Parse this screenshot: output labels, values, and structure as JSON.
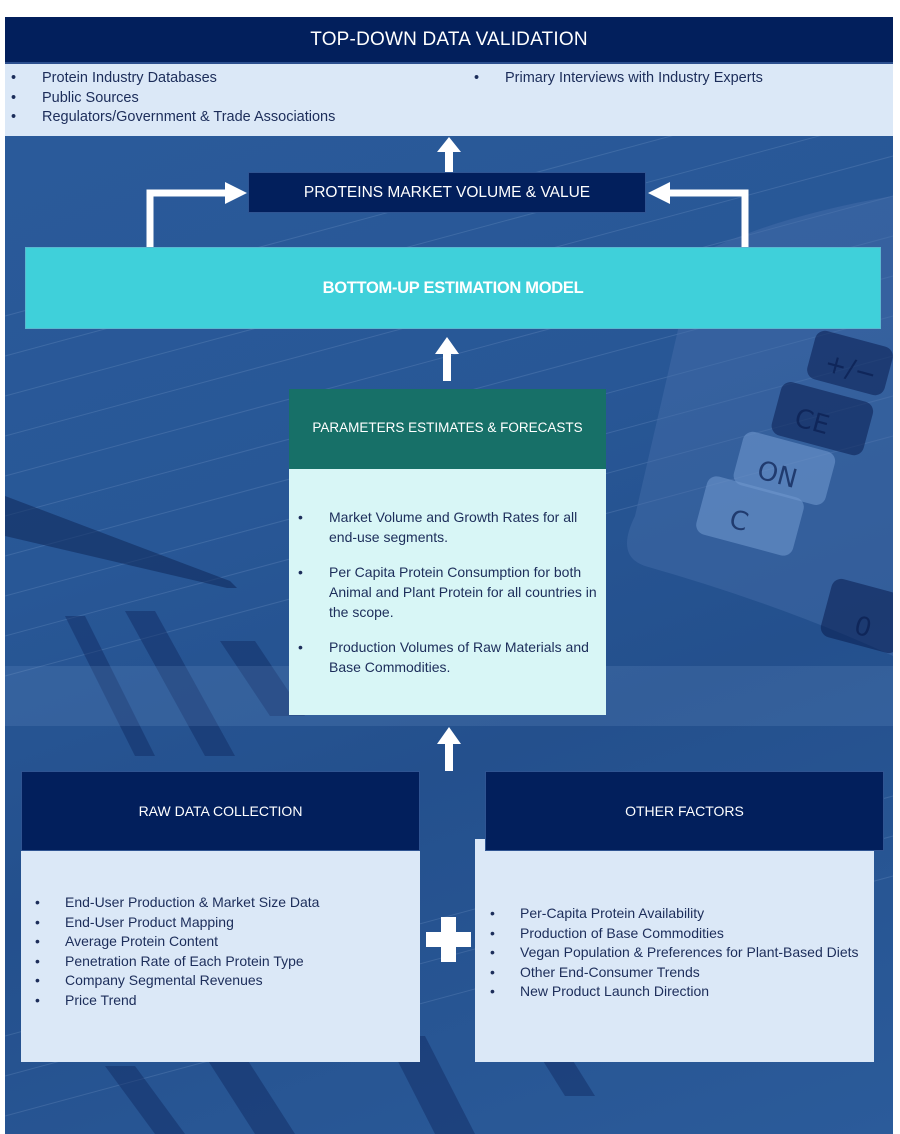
{
  "top_down": {
    "title": "TOP-DOWN DATA VALIDATION",
    "left_items": [
      "Protein Industry Databases",
      "Public Sources",
      "Regulators/Government & Trade Associations"
    ],
    "right_items": [
      "Primary Interviews with Industry Experts"
    ]
  },
  "market_volume": {
    "label": "PROTEINS MARKET VOLUME & VALUE"
  },
  "bottom_up": {
    "label": "BOTTOM-UP ESTIMATION MODEL"
  },
  "parameters": {
    "title": "PARAMETERS ESTIMATES & FORECASTS",
    "items": [
      "Market Volume and Growth Rates for all end-use segments.",
      "Per Capita Protein Consumption for both Animal and Plant Protein for all countries in the scope.",
      "Production Volumes of Raw Materials and Base Commodities."
    ]
  },
  "raw_data": {
    "title": "RAW DATA COLLECTION",
    "items": [
      "End-User Production & Market Size Data",
      "End-User Product Mapping",
      "Average Protein Content",
      "Penetration Rate of Each Protein Type",
      "Company Segmental Revenues",
      "Price Trend"
    ]
  },
  "other_factors": {
    "title": "OTHER FACTORS",
    "items": [
      "Per-Capita Protein Availability",
      "Production of Base Commodities",
      "Vegan Population & Preferences for Plant-Based Diets",
      "Other End-Consumer Trends",
      "New Product Launch Direction"
    ]
  },
  "icons": {
    "arrows": [
      "arrow-up-icon",
      "arrow-right-elbow-icon",
      "arrow-left-elbow-icon"
    ],
    "combine": "plus-icon"
  },
  "colors": {
    "navy": "#021f5c",
    "teal_header": "#177068",
    "cyan_model": "#3fd0da",
    "light_blue_panel": "#dbe8f7",
    "light_cyan_panel": "#d8f6f6",
    "background_blue": "#285796"
  }
}
